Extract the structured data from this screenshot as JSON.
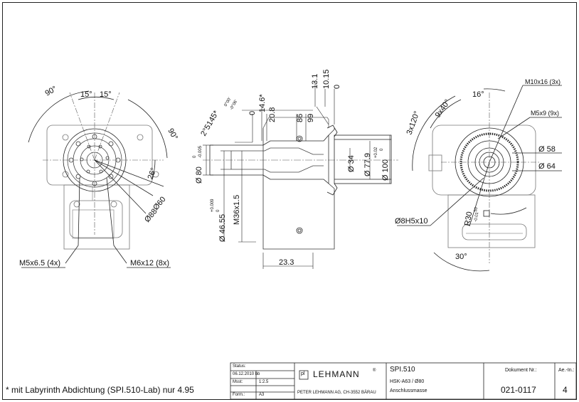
{
  "footnote": "* mit Labyrinth Abdichtung (SPI.510-Lab) nur 4.95",
  "left_view": {
    "dims": [
      "90°",
      "15°",
      "15°",
      "90°",
      "26°",
      "Ø60",
      "Ø88"
    ],
    "callouts": [
      "M5x6.5 (4x)",
      "M6x12 (8x)"
    ]
  },
  "section_view": {
    "top_dims": [
      "0",
      "14.6*",
      "20.8",
      "86",
      "99",
      "13.1",
      "10.15",
      "0"
    ],
    "tolerance_angle": "2°5145*",
    "tolerance_angle_upper": "0°00'",
    "tolerance_angle_lower": "-0°06'",
    "left_dims": [
      "Ø 80",
      "0",
      "-0.005",
      "Ø 46.55",
      "+0.009",
      "0",
      "M36x1.5"
    ],
    "right_dims": [
      "Ø 34",
      "Ø 77.9",
      "Ø 100",
      "+0.02",
      "0"
    ],
    "bottom_dim": "23.3"
  },
  "right_view": {
    "dims": [
      "M10x16 (3x)",
      "16°",
      "9x40°",
      "3x120°",
      "M5x9 (9x)",
      "Ø 58",
      "Ø 64",
      "Ø8H5x10",
      "R30",
      "-0.01",
      "50",
      "30°"
    ]
  },
  "title_block": {
    "status_label": "Status:",
    "date": "06.12.2010 bb",
    "scale_label": "Msst:",
    "scale": "1:2.5",
    "format_label": "Form.:",
    "format": "A3",
    "logo_mark": "pl",
    "company": "LEHMANN",
    "registered": "®",
    "company_address": "PETER LEHMANN AG, CH-3552 BÄRAU",
    "product": "SPI.510",
    "spec": "HSK-A63 / Ø80",
    "description": "Anschlussmasse",
    "doc_label": "Dokument Nr.:",
    "doc_number": "021-0117",
    "rev_label": "Ae.-In.:",
    "rev": "4"
  }
}
